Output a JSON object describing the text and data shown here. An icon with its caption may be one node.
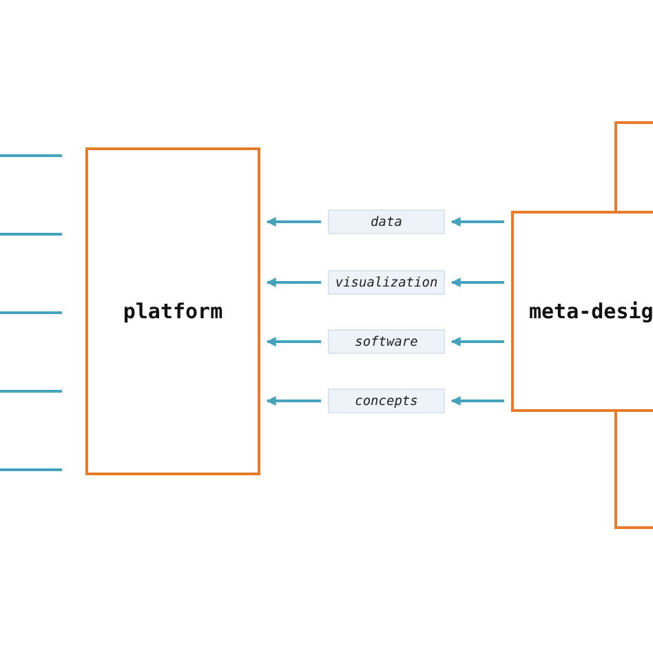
{
  "diagram": {
    "nodes": [
      {
        "text": [
          "platform"
        ]
      },
      {
        "text": [
          "data"
        ]
      },
      {
        "text": [
          "visualization"
        ]
      },
      {
        "text": [
          "software"
        ]
      },
      {
        "text": [
          "concepts"
        ]
      },
      {
        "text": [
          "meta-desig"
        ]
      },
      {
        "text": [],
        "shape": "box"
      },
      {
        "text": [],
        "shape": "box"
      }
    ],
    "edges": [
      {
        "from": 5,
        "to": 1,
        "arrow": "to"
      },
      {
        "from": 1,
        "to": 0,
        "arrow": "to"
      },
      {
        "from": 5,
        "to": 2,
        "arrow": "to"
      },
      {
        "from": 2,
        "to": 0,
        "arrow": "to"
      },
      {
        "from": 5,
        "to": 3,
        "arrow": "to"
      },
      {
        "from": 3,
        "to": 0,
        "arrow": "to"
      },
      {
        "from": 5,
        "to": 4,
        "arrow": "to"
      },
      {
        "from": 4,
        "to": 0,
        "arrow": "to"
      }
    ]
  }
}
